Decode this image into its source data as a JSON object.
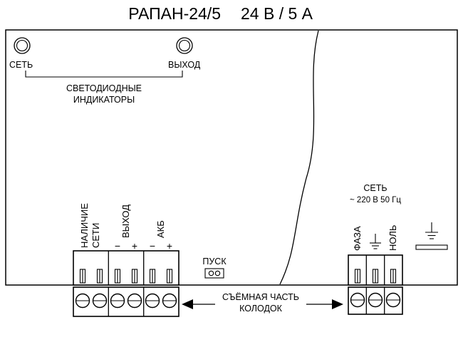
{
  "title": {
    "model": "РАПАН-24/5",
    "rating": "24 В / 5 А"
  },
  "leds": {
    "net": "СЕТЬ",
    "out": "ВЫХОД",
    "caption_line1": "СВЕТОДИОДНЫЕ",
    "caption_line2": "ИНДИКАТОРЫ"
  },
  "left_terminals": {
    "presence_line1": "НАЛИЧИЕ",
    "presence_line2": "СЕТИ",
    "output": "ВЫХОД",
    "battery": "АКБ",
    "minus": "−",
    "plus": "+"
  },
  "jumper": {
    "label": "ПУСК"
  },
  "removable_caption": {
    "line1": "СЪЁМНАЯ ЧАСТЬ",
    "line2": "КОЛОДОК"
  },
  "mains": {
    "title": "СЕТЬ",
    "rating": "~ 220 В 50 Гц",
    "phase": "ФАЗА",
    "neutral": "НОЛЬ"
  },
  "colors": {
    "line": "#000000",
    "background": "#ffffff"
  },
  "icons": [
    "led-indicator-circle",
    "earth-ground-symbol",
    "jumper-pins",
    "left-arrow",
    "right-arrow",
    "screw-terminal",
    "wire-clamp-slot",
    "brace"
  ]
}
